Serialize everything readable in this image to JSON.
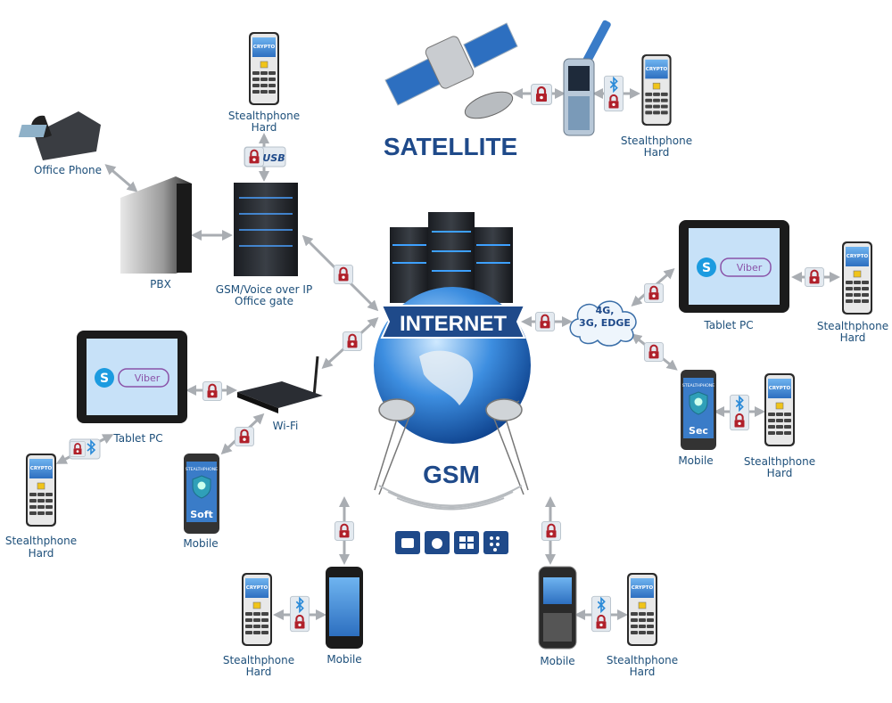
{
  "title": "Stealthphone secure communication diagram",
  "screen_text": {
    "crypto": "CRYPTO",
    "stealthphone": "STEALTHPHONE",
    "viber": "Viber",
    "sec": "Sec",
    "soft": "Soft"
  },
  "nodes": {
    "top_hard": [
      "Stealthphone",
      "Hard"
    ],
    "usb": "USB",
    "office_phone": "Office Phone",
    "pbx": "PBX",
    "gate": [
      "GSM/Voice over IP",
      "Office gate"
    ],
    "satellite": "SATELLITE",
    "sat_hard": [
      "Stealthphone",
      "Hard"
    ],
    "internet": "INTERNET",
    "gsm": "GSM",
    "cloud": [
      "4G,",
      "3G, EDGE"
    ],
    "tablet_right": "Tablet PC",
    "tablet_right_hard": [
      "Stealthphone",
      "Hard"
    ],
    "mobile_right": "Mobile",
    "mobile_right_hard": [
      "Stealthphone",
      "Hard"
    ],
    "tablet_left": "Tablet PC",
    "wifi": "Wi-Fi",
    "left_hard": [
      "Stealthphone",
      "Hard"
    ],
    "mobile_left": "Mobile",
    "bottom_left_hard": [
      "Stealthphone",
      "Hard"
    ],
    "bottom_left_mobile": "Mobile",
    "bottom_right_mobile": "Mobile",
    "bottom_right_hard": [
      "Stealthphone",
      "Hard"
    ]
  },
  "colors": {
    "label": "#1d4f7a",
    "lock": "#b0202a",
    "bluetooth": "#2a8ad8",
    "brand": "#1f4a8a"
  }
}
